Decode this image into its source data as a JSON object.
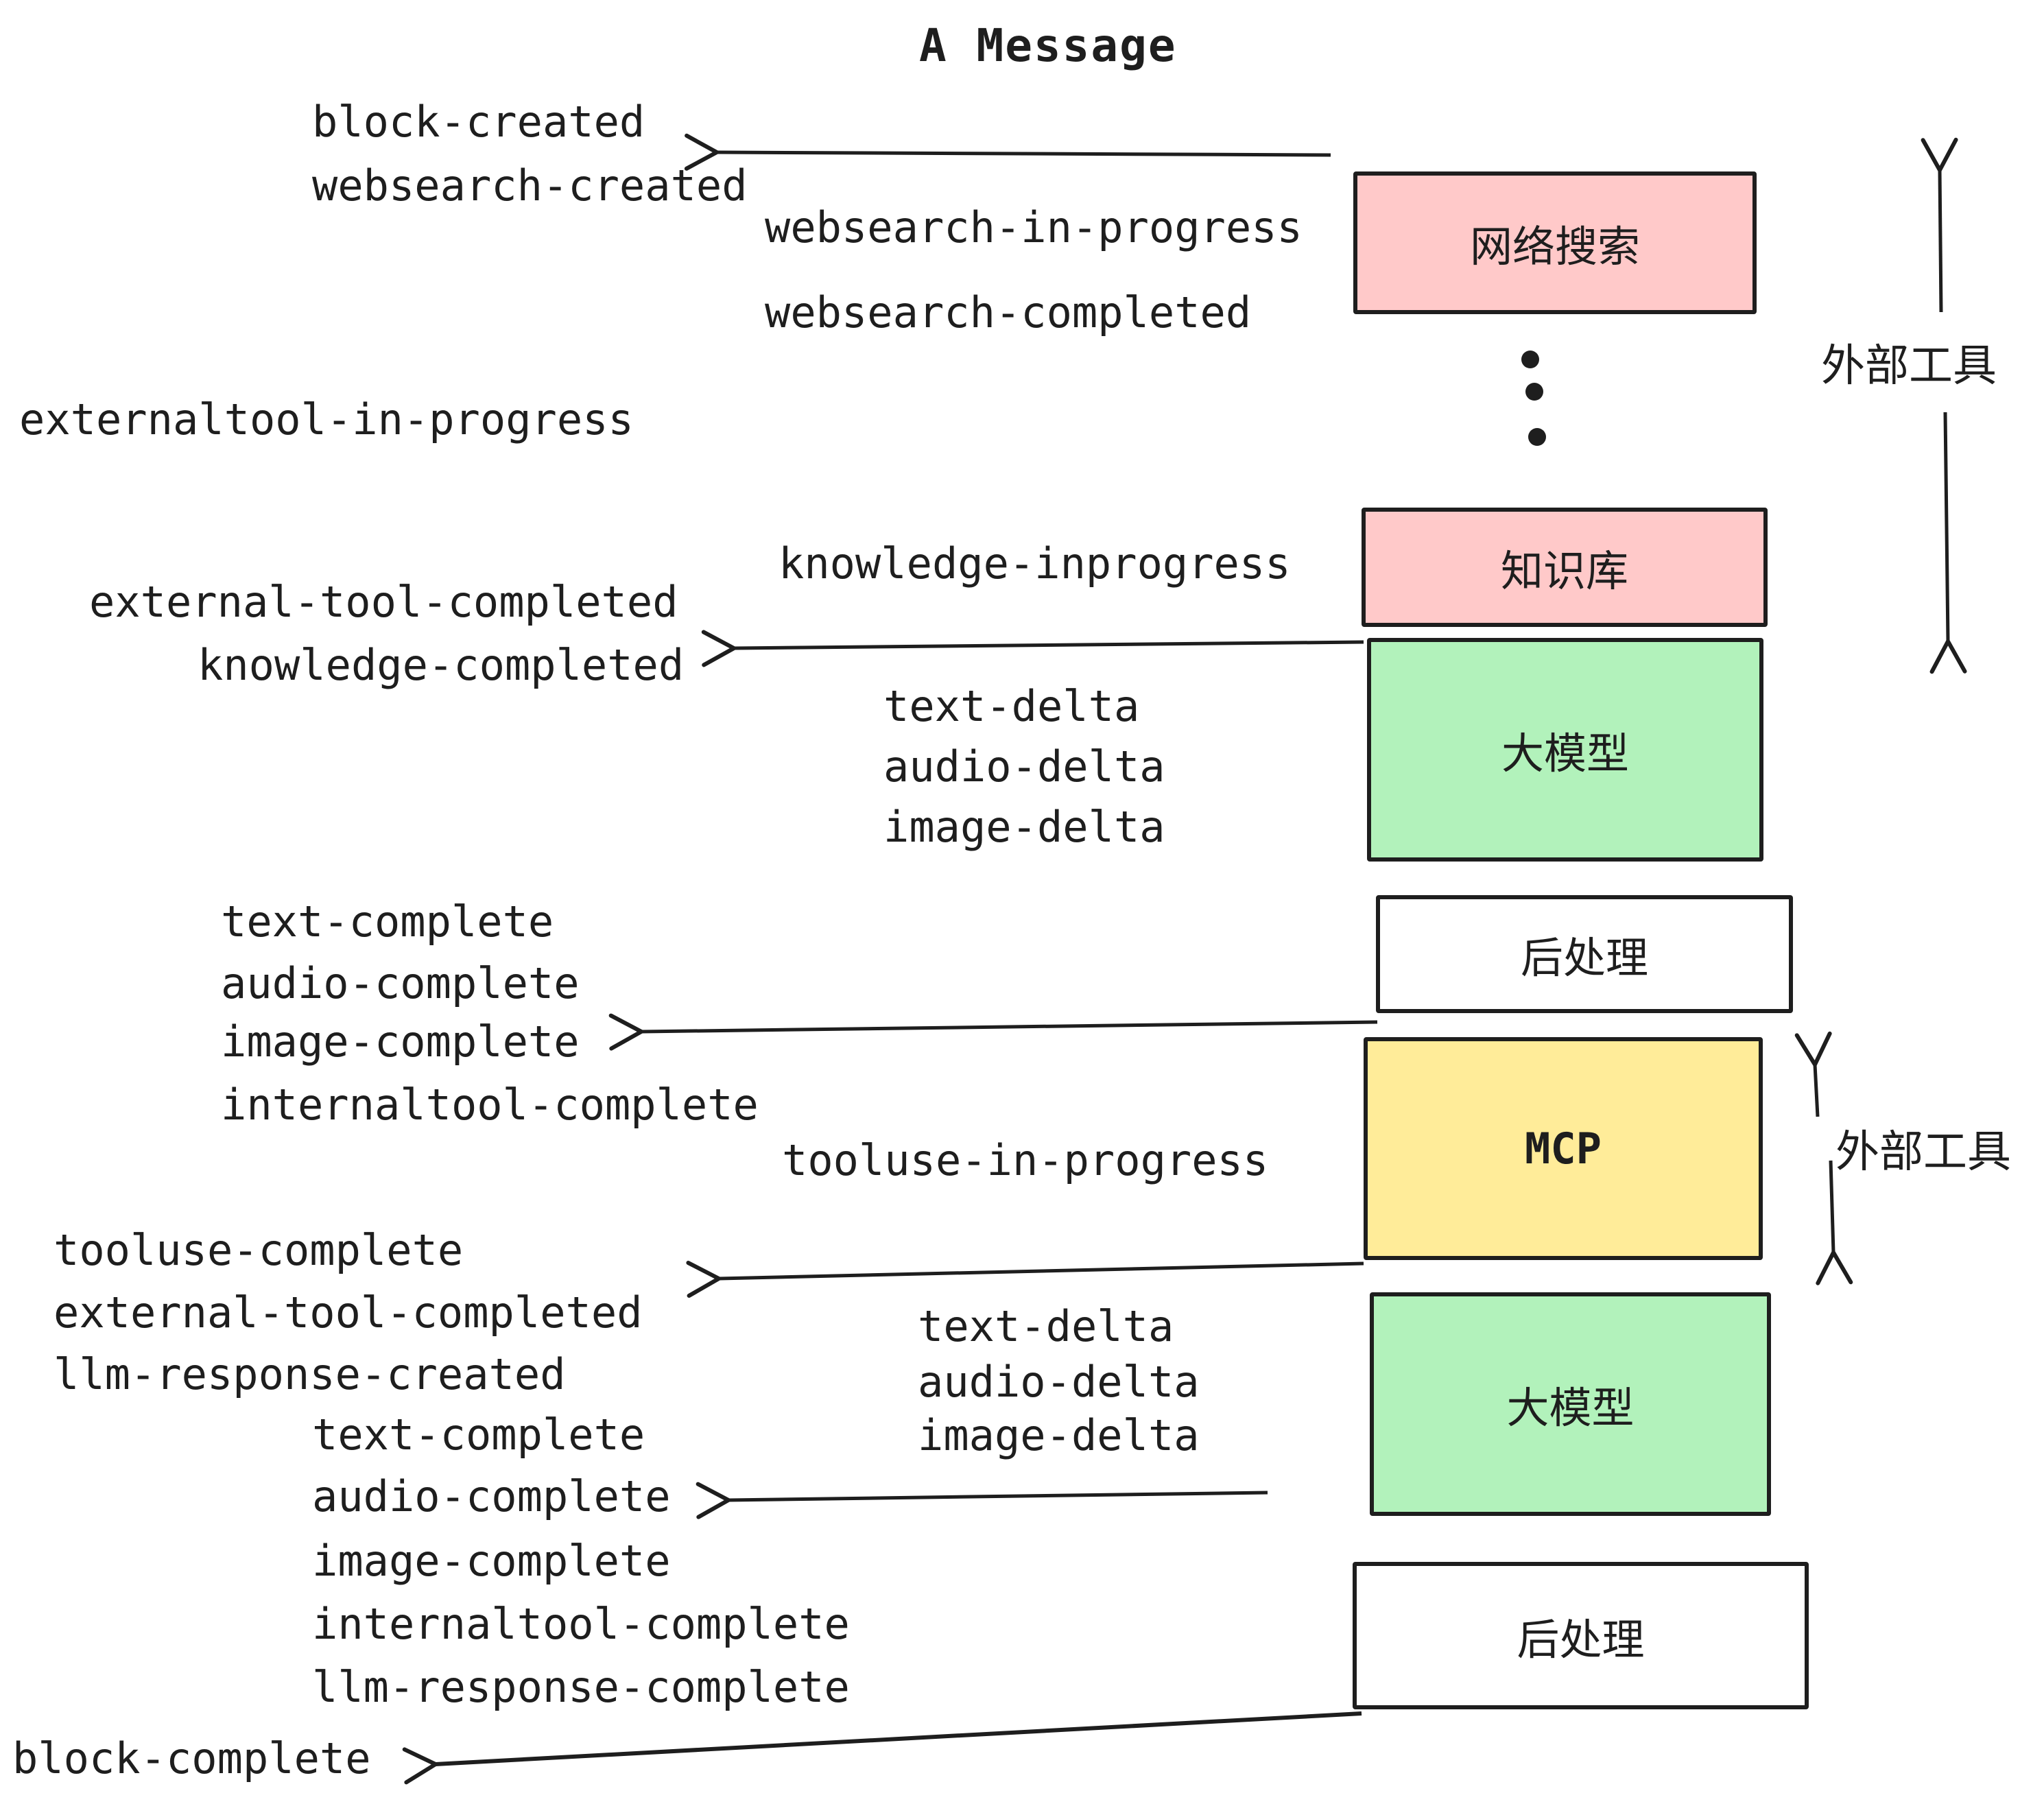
{
  "title": "A Message",
  "colors": {
    "stroke": "#1e1e1e",
    "box_pink": "#ffc9c9",
    "box_green": "#b2f2bb",
    "box_yellow": "#ffec99",
    "box_white": "#ffffff",
    "background": "#ffffff"
  },
  "boxes": {
    "websearch": "网络搜索",
    "knowledge": "知识库",
    "llm": "大模型",
    "post": "后处理",
    "mcp": "MCP"
  },
  "annotations": {
    "external_tools": "外部工具"
  },
  "labels": {
    "block_created": "block-created",
    "websearch_created": "websearch-created",
    "websearch_in_progress": "websearch-in-progress",
    "websearch_completed": "websearch-completed",
    "externaltool_in_progress": "externaltool-in-progress",
    "knowledge_inprogress": "knowledge-inprogress",
    "external_tool_completed_1": "external-tool-completed",
    "knowledge_completed": "knowledge-completed",
    "text_delta_1": "text-delta",
    "audio_delta_1": "audio-delta",
    "image_delta_1": "image-delta",
    "text_complete_1": "text-complete",
    "audio_complete_1": "audio-complete",
    "image_complete_1": "image-complete",
    "internaltool_complete_1": "internaltool-complete",
    "tooluse_in_progress": "tooluse-in-progress",
    "tooluse_complete": "tooluse-complete",
    "external_tool_completed_2": "external-tool-completed",
    "llm_response_created": "llm-response-created",
    "text_delta_2": "text-delta",
    "audio_delta_2": "audio-delta",
    "image_delta_2": "image-delta",
    "text_complete_2": "text-complete",
    "audio_complete_2": "audio-complete",
    "image_complete_2": "image-complete",
    "internaltool_complete_2": "internaltool-complete",
    "llm_response_complete": "llm-response-complete",
    "block_complete": "block-complete"
  }
}
